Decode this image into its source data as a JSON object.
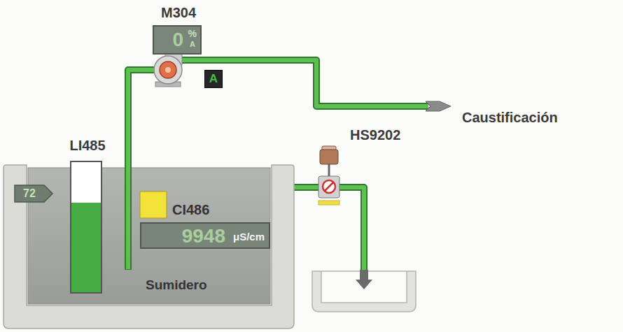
{
  "diagram": {
    "nodes": [
      {
        "text": [
          "M304",
          "0",
          "%",
          "A"
        ]
      },
      {
        "text": [
          "A"
        ]
      },
      {
        "text": [
          "Sumidero"
        ]
      },
      {
        "text": [
          "LI485"
        ],
        "in": 2
      },
      {
        "text": [
          "72"
        ],
        "in": 2
      },
      {
        "text": [
          "CI486",
          "9948",
          "μS/cm"
        ],
        "in": 2
      }
    ],
    "labels": [
      "Caustificación",
      "HS9202"
    ]
  }
}
